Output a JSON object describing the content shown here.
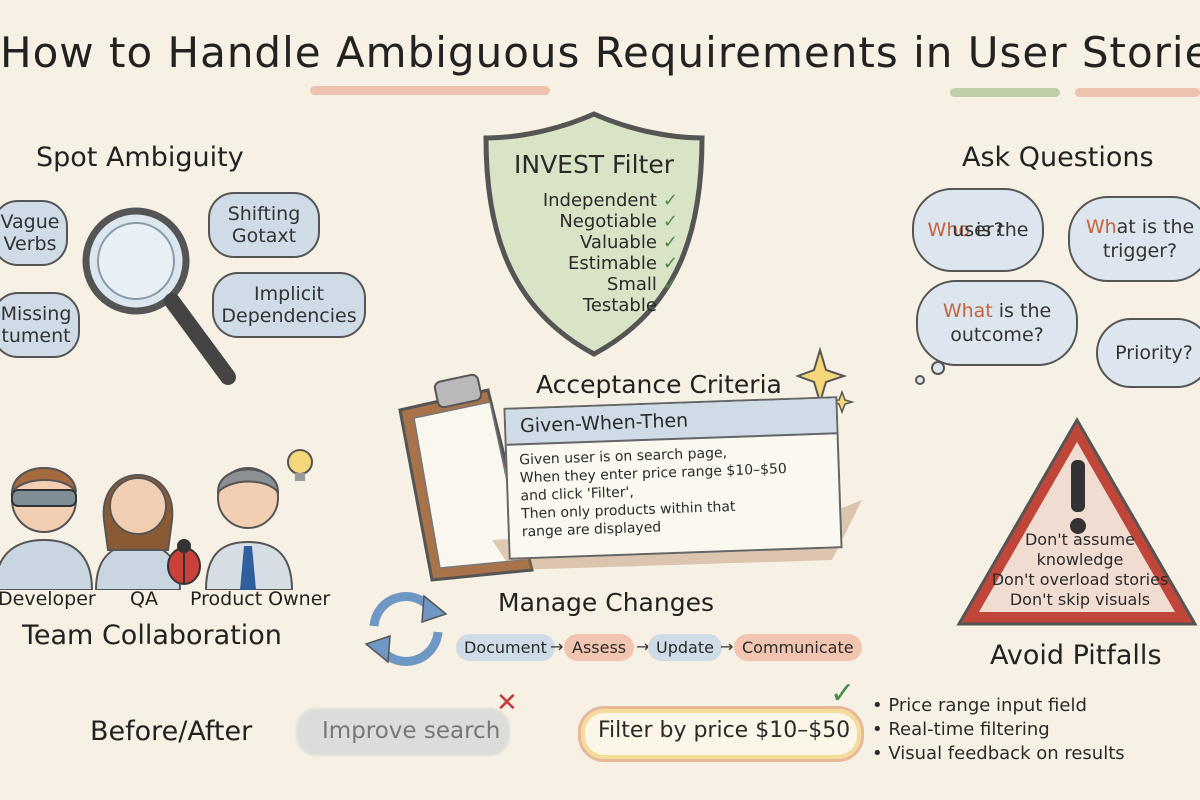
{
  "title": "How to Handle Ambiguous Requirements in User Stories",
  "spot_ambiguity": {
    "heading": "Spot Ambiguity",
    "bubbles": [
      "Vague Verbs",
      "Shifting Gotaxt",
      "Missing tument",
      "Implicit Dependencies"
    ]
  },
  "invest": {
    "heading": "INVEST Filter",
    "items": [
      "Independent",
      "Negotiable",
      "Valuable",
      "Estimable",
      "Small",
      "Testable"
    ]
  },
  "ask_questions": {
    "heading": "Ask Questions",
    "q1": {
      "w": "Who",
      "rest1": " is the",
      "line2": "user?"
    },
    "q2": {
      "w": "Wh",
      "rest1": "at is the",
      "line2": "trigger?"
    },
    "q3": {
      "w": "What",
      "rest1": " is the",
      "line2": "outcome?"
    },
    "q4": "Priority?"
  },
  "acceptance": {
    "heading": "Acceptance Criteria",
    "card_title": "Given-When-Then",
    "lines": [
      "Given user is on search page,",
      "When they enter price range $10–$50",
      "and click 'Filter',",
      "Then only products within that",
      "range are displayed"
    ]
  },
  "team": {
    "heading": "Team Collaboration",
    "roles": [
      "Developer",
      "QA",
      "Product Owner"
    ]
  },
  "changes": {
    "heading": "Manage Changes",
    "steps": [
      "Document",
      "Assess",
      "Update",
      "Communicate"
    ]
  },
  "pitfalls": {
    "heading": "Avoid Pitfalls",
    "items": [
      "Don't assume",
      "knowledge",
      "Don't overload stories",
      "Don't skip visuals"
    ]
  },
  "before_after": {
    "label": "Before/After",
    "before": "Improve search",
    "after": "Filter by price $10–$50",
    "bullets": [
      "Price range input field",
      "Real-time filtering",
      "Visual feedback on results"
    ]
  },
  "colors": {
    "blue_bubble": "#cfdbe6",
    "shield_green": "#d9e3c6",
    "question_orange": "#c4643e",
    "check_green": "#4f8a4a",
    "cross_red": "#c23a3a",
    "warning_red": "#c0463a"
  },
  "icons": [
    "magnifier-icon",
    "shield-icon",
    "clipboard-icon",
    "sparkle-icon",
    "lightbulb-icon",
    "ladybug-icon",
    "refresh-cycle-icon",
    "warning-triangle-icon",
    "check-icon",
    "cross-icon"
  ]
}
